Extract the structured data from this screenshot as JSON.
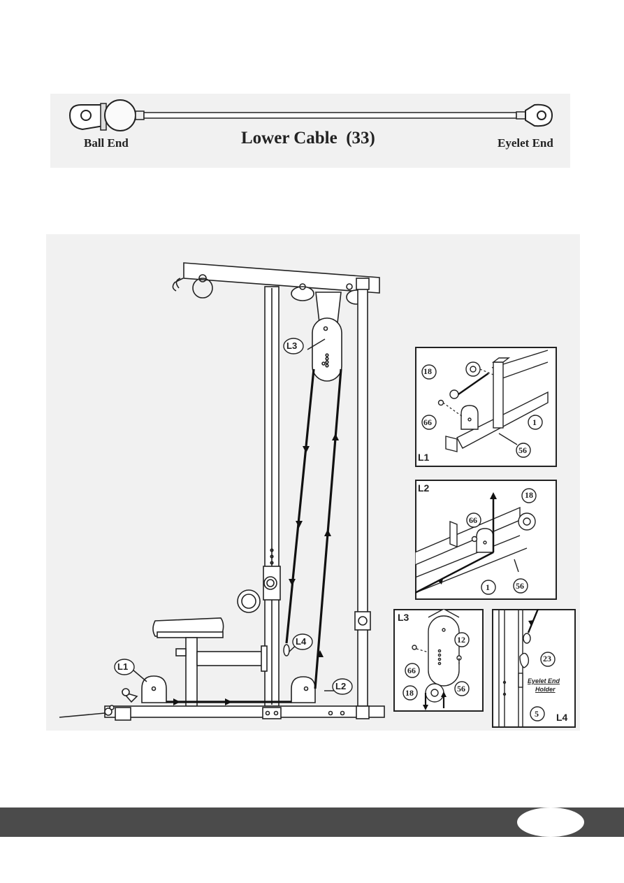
{
  "cable": {
    "title": "Lower Cable  (33)",
    "ball_end": "Ball End",
    "eyelet_end": "Eyelet End"
  },
  "main": {
    "l1": "L1",
    "l2": "L2",
    "l3": "L3",
    "l4": "L4"
  },
  "detail_l1": {
    "tag": "L1",
    "parts": {
      "p18": "18",
      "p66": "66",
      "p1": "1",
      "p56": "56"
    }
  },
  "detail_l2": {
    "tag": "L2",
    "parts": {
      "p18": "18",
      "p66": "66",
      "p1": "1",
      "p56": "56"
    }
  },
  "detail_l3": {
    "tag": "L3",
    "parts": {
      "p12": "12",
      "p66": "66",
      "p56": "56",
      "p18": "18"
    }
  },
  "detail_l4": {
    "tag": "L4",
    "parts": {
      "p23": "23",
      "p5": "5"
    },
    "holder_line1": "Eyelet End",
    "holder_line2": "Holder"
  }
}
